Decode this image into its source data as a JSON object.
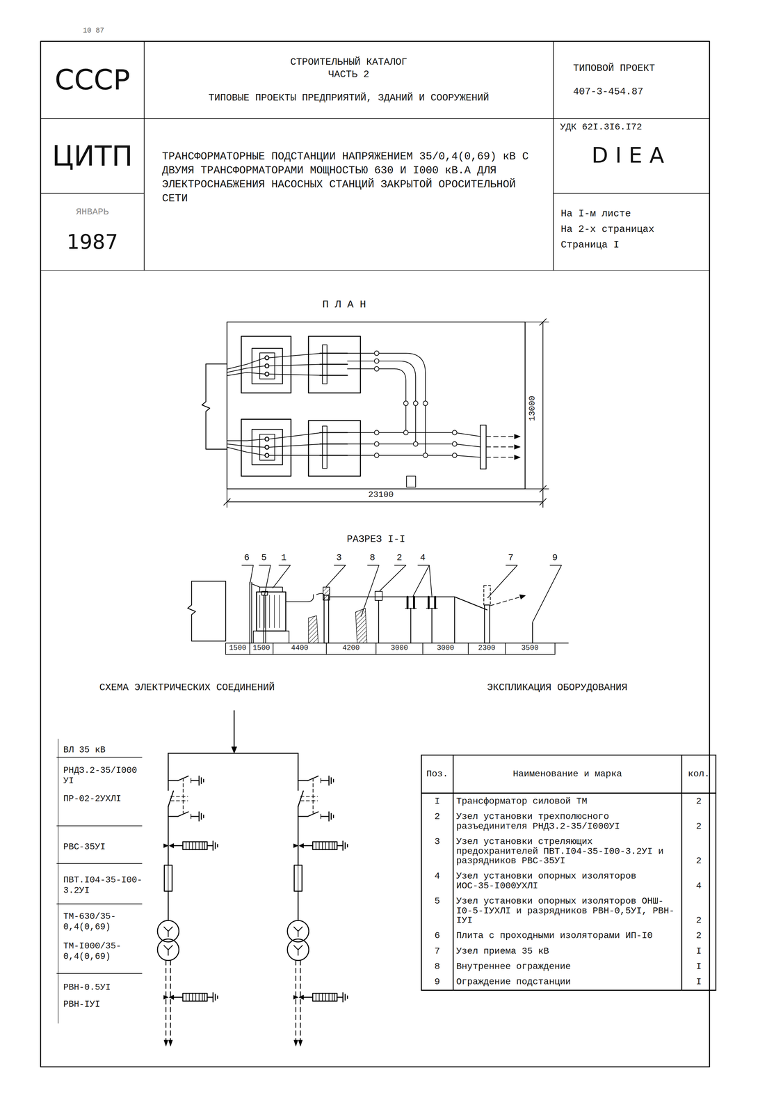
{
  "diagram": {
    "nodes": [
      {
        "text": [
          "СССР"
        ]
      },
      {
        "text": [
          "СТРОИТЕЛЬНЫЙ КАТАЛОГ",
          "ЧАСТЬ 2",
          "ТИПОВЫЕ ПРОЕКТЫ ПРЕДПРИЯТИЙ, ЗДАНИЙ И СООРУЖЕНИЙ"
        ]
      },
      {
        "text": [
          "ТИПОВОЙ ПРОЕКТ",
          "407-3-454.87"
        ]
      },
      {
        "text": [
          "ЦИТП"
        ]
      },
      {
        "text": [
          "ТРАНСФОРМАТОРНЫЕ ПОДСТАНЦИИ НАПРЯЖЕНИЕМ 35/0,4(0,69) кВ С ДВУМЯ ТРАНСФОРМАТОРАМИ МОЩНОСТЬЮ 630 И I000 кВ.А ДЛЯ ЭЛЕКТРОСНАБЖЕНИЯ НАСОСНЫХ СТАНЦИЙ ЗАКРЫТОЙ ОРОСИТЕЛЬНОЙ СЕТИ"
        ]
      },
      {
        "text": [
          "УДК 62I.3I6.I72",
          "DIEA"
        ]
      },
      {
        "text": [
          "ЯНВАРЬ",
          "1987"
        ]
      },
      {
        "text": [
          "На I-м листе",
          "На 2-х страницах",
          "Страница I"
        ]
      }
    ],
    "labels": [
      "10 87",
      "П Л А Н",
      "13000",
      "23100",
      "РАЗРЕЗ I-I",
      "6",
      "5",
      "1",
      "3",
      "8",
      "2",
      "4",
      "7",
      "9",
      "1500",
      "1500",
      "4400",
      "4200",
      "3000",
      "3000",
      "2300",
      "3500",
      "СХЕМА ЭЛЕКТРИЧЕСКИХ СОЕДИНЕНИЙ",
      "ЭКСПЛИКАЦИЯ ОБОРУДОВАНИЯ",
      "ВЛ 35 кВ",
      "РНДЗ.2-35/I000 УI",
      "ПР-02-2УХЛI",
      "РВС-35УI",
      "ПВТ.I04-35-I00-3.2УI",
      "ТМ-630/35-0,4(0,69)",
      "ТМ-I000/35-0,4(0,69)",
      "РВН-0.5УI",
      "РВН-IУI",
      "Поз.",
      "Наименование и марка",
      "кол.",
      "I",
      "Трансформатор силовой ТМ",
      "2",
      "2",
      "Узел установки трехполюсного разъединителя РНДЗ.2-35/I000УI",
      "2",
      "3",
      "Узел установки стреляющих предохранителей ПВТ.I04-35-I00-3.2УI и разрядников РВС-35УI",
      "2",
      "4",
      "Узел установки опорных изоляторов ИОС-35-I000УХЛI",
      "4",
      "5",
      "Узел установки опорных изоляторов ОНШ-I0-5-IУХЛI и разрядников РВН-0,5УI, РВН-IУI",
      "2",
      "6",
      "Плита с проходными изоляторами ИП-I0",
      "2",
      "7",
      "Узел приема 35 кВ",
      "I",
      "8",
      "Внутреннее ограждение",
      "I",
      "9",
      "Ограждение подстанции",
      "I"
    ]
  }
}
